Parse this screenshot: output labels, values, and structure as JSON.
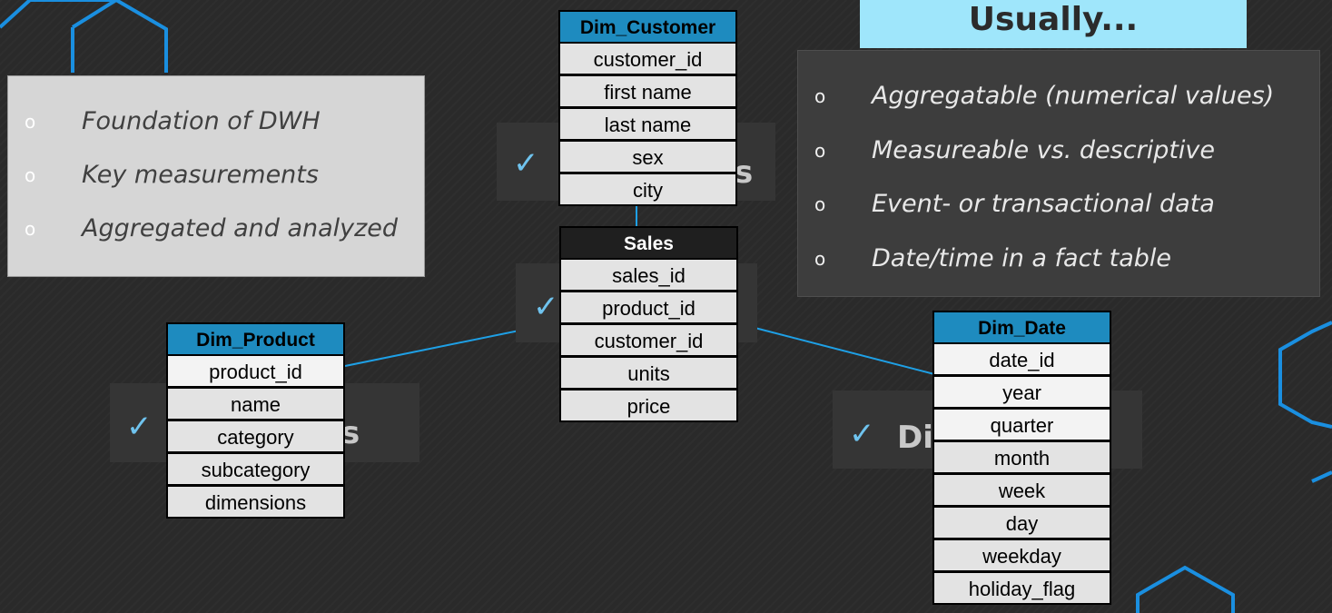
{
  "header_badge": {
    "label": "Usually..."
  },
  "left_panel": {
    "bullet_glyph": "o",
    "items": [
      "Foundation of DWH",
      "Key measurements",
      "Aggregated and analyzed"
    ]
  },
  "right_panel": {
    "bullet_glyph": "o",
    "items": [
      "Aggregatable (numerical values)",
      "Measureable vs. descriptive",
      "Event- or transactional data",
      "Date/time in a fact table"
    ]
  },
  "background_cards": {
    "check_glyph": "✓",
    "top": {
      "visible_text": "s"
    },
    "middle": {
      "visible_text": ""
    },
    "left": {
      "visible_text": "s"
    },
    "right": {
      "visible_text": "Di"
    }
  },
  "tables": {
    "dim_customer": {
      "title": "Dim_Customer",
      "columns": [
        "customer_id",
        "first name",
        "last name",
        "sex",
        "city"
      ]
    },
    "sales": {
      "title": "Sales",
      "columns": [
        "sales_id",
        "product_id",
        "customer_id",
        "units",
        "price"
      ]
    },
    "dim_product": {
      "title": "Dim_Product",
      "columns": [
        "product_id",
        "name",
        "category",
        "subcategory",
        "dimensions"
      ]
    },
    "dim_date": {
      "title": "Dim_Date",
      "columns": [
        "date_id",
        "year",
        "quarter",
        "month",
        "week",
        "day",
        "weekday",
        "holiday_flag"
      ]
    }
  },
  "colors": {
    "background": "#2a2a2a",
    "accent_cyan": "#9fe6fb",
    "table_header_blue": "#1e8bbf",
    "connector_line": "#1ea0e6",
    "hexagon_outline": "#1a8fe0",
    "check_mark": "#6fc3ee"
  }
}
